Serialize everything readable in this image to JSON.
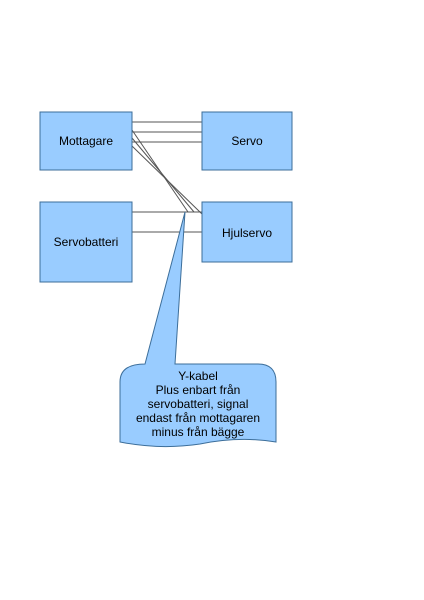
{
  "nodes": {
    "mottagare": {
      "label": "Mottagare"
    },
    "servo": {
      "label": "Servo"
    },
    "servobatteri": {
      "label": "Servobatteri"
    },
    "hjulservo": {
      "label": "Hjulservo"
    }
  },
  "callout": {
    "lines": [
      "Y-kabel",
      "Plus enbart från",
      "servobatteri, signal",
      "endast från mottagaren",
      "minus från bägge"
    ]
  },
  "colors": {
    "box_fill": "#99ccff",
    "box_stroke": "#3c6e9a",
    "wire": "#555555",
    "text": "#000000"
  }
}
